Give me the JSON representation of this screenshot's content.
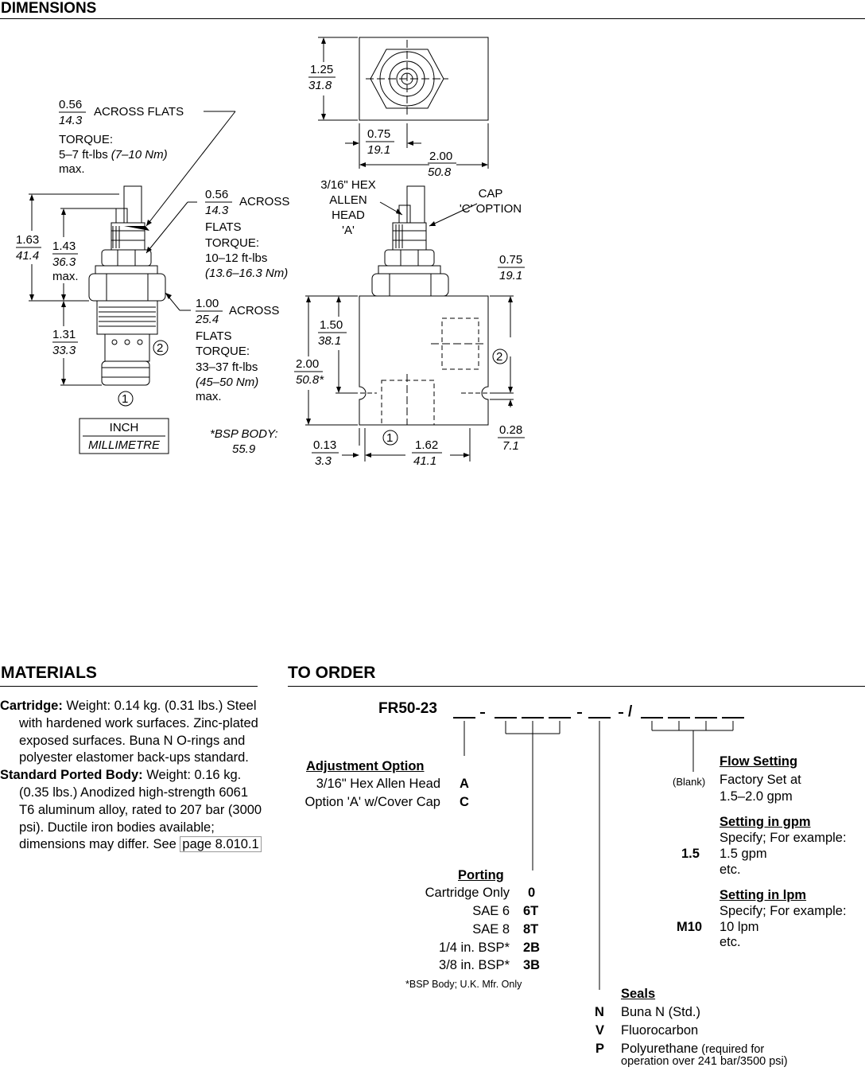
{
  "dimensions": {
    "heading": "DIMENSIONS",
    "left_view": {
      "flats1": {
        "inch": "0.56",
        "mm": "14.3",
        "label": "ACROSS  FLATS",
        "torque_label": "TORQUE:",
        "torque_value": "5–7 ft-lbs",
        "torque_nm": "(7–10 Nm)",
        "max": "max."
      },
      "flats2": {
        "inch": "0.56",
        "mm": "14.3",
        "label": "ACROSS",
        "label2": "FLATS",
        "torque_label": "TORQUE:",
        "torque_value": "10–12 ft-lbs",
        "torque_nm": "(13.6–16.3 Nm)"
      },
      "flats3": {
        "inch": "1.00",
        "mm": "25.4",
        "label": "ACROSS",
        "label2": "FLATS",
        "torque_label": "TORQUE:",
        "torque_value": "33–37 ft-lbs",
        "torque_nm": "(45–50 Nm)",
        "max": "max."
      },
      "height_total": {
        "inch": "1.63",
        "mm": "41.4"
      },
      "height_max": {
        "inch": "1.43",
        "mm": "36.3",
        "max": "max."
      },
      "height_lower": {
        "inch": "1.31",
        "mm": "33.3"
      },
      "port1": "1",
      "port2": "2",
      "legend_inch": "INCH",
      "legend_mm": "MILLIMETRE",
      "bsp_note_1": "*BSP BODY:",
      "bsp_note_2": "55.9"
    },
    "top_view": {
      "height": {
        "inch": "1.25",
        "mm": "31.8"
      },
      "center": {
        "inch": "0.75",
        "mm": "19.1"
      },
      "width": {
        "inch": "2.00",
        "mm": "50.8"
      }
    },
    "side_view": {
      "hex_note": [
        "3/16\" HEX",
        "ALLEN",
        "HEAD",
        "'A'"
      ],
      "cap_note": [
        "CAP",
        "'C' OPTION"
      ],
      "right_top": {
        "inch": "0.75",
        "mm": "19.1"
      },
      "body_upper": {
        "inch": "1.50",
        "mm": "38.1"
      },
      "body_height": {
        "inch": "2.00",
        "mm": "50.8*"
      },
      "right_bottom": {
        "inch": "0.28",
        "mm": "7.1"
      },
      "left_offset": {
        "inch": "0.13",
        "mm": "3.3"
      },
      "mount_spacing": {
        "inch": "1.62",
        "mm": "41.1"
      },
      "port1": "1",
      "port2": "2"
    }
  },
  "materials": {
    "heading": "MATERIALS",
    "cartridge_label": "Cartridge:",
    "cartridge_text": " Weight: 0.14 kg. (0.31 lbs.) Steel with hardened work surfaces. Zinc-plated exposed surfaces. Buna N O-rings and polyester elastomer back-ups standard.",
    "body_label": "Standard Ported Body:",
    "body_text": " Weight: 0.16 kg. (0.35 lbs.) Anodized high-strength 6061 T6 aluminum alloy, rated to 207 bar (3000 psi). Ductile iron bodies available; dimensions may differ. See ",
    "page_link": "page 8.010.1"
  },
  "to_order": {
    "heading": "TO ORDER",
    "model": "FR50-23",
    "adjustment": {
      "title": "Adjustment Option",
      "options": [
        {
          "label": "3/16\" Hex Allen Head",
          "code": "A"
        },
        {
          "label": "Option 'A' w/Cover Cap",
          "code": "C"
        }
      ]
    },
    "porting": {
      "title": "Porting",
      "options": [
        {
          "label": "Cartridge Only",
          "code": "0"
        },
        {
          "label": "SAE 6",
          "code": "6T"
        },
        {
          "label": "SAE 8",
          "code": "8T"
        },
        {
          "label": "1/4 in. BSP*",
          "code": "2B"
        },
        {
          "label": "3/8 in. BSP*",
          "code": "3B"
        }
      ],
      "note": "*BSP Body; U.K. Mfr. Only"
    },
    "seals": {
      "title": "Seals",
      "options": [
        {
          "code": "N",
          "label": "Buna N (Std.)"
        },
        {
          "code": "V",
          "label": "Fluorocarbon"
        },
        {
          "code": "P",
          "label": "Polyurethane",
          "note1": " (required for",
          "note2": "operation over 241 bar/3500 psi)"
        }
      ]
    },
    "flow": {
      "title": "Flow Setting",
      "blank_code": "(Blank)",
      "blank_text1": "Factory Set at",
      "blank_text2": "1.5–2.0 gpm",
      "gpm_title": "Setting in gpm",
      "gpm_code": "1.5",
      "gpm_text1": "Specify; For example:",
      "gpm_text2": "1.5 gpm",
      "gpm_text3": "etc.",
      "lpm_title": "Setting in lpm",
      "lpm_code": "M10",
      "lpm_text1": "Specify; For example:",
      "lpm_text2": "10 lpm",
      "lpm_text3": "etc."
    }
  }
}
